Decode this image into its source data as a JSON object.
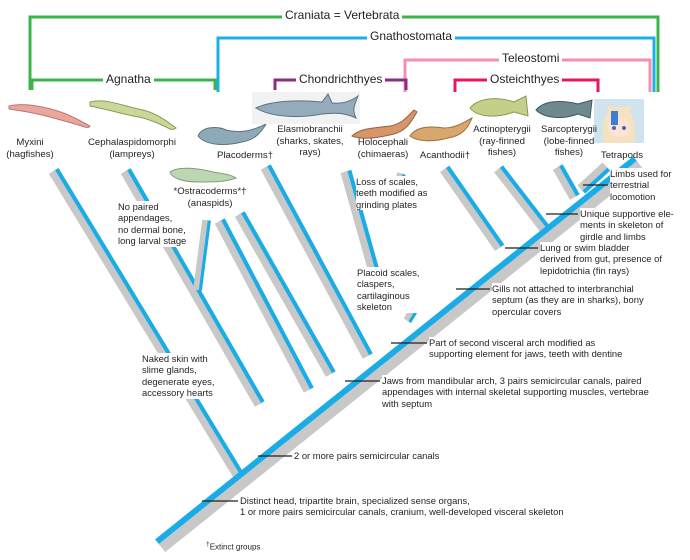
{
  "diagram": {
    "title": "Cladogram of the vertebrates",
    "colors": {
      "craniata": "#3bb54a",
      "gnathostomata": "#1ab0e8",
      "teleostomi": "#f48fb1",
      "osteichthyes": "#e8175d",
      "chondrichthyes": "#8e2a7e",
      "agnatha": "#3bb54a",
      "branch_gray": "#c8c8c8",
      "branch_blue": "#1aace6"
    },
    "clades": {
      "craniata": "Craniata = Vertebrata",
      "gnathostomata": "Gnathostomata",
      "teleostomi": "Teleostomi",
      "agnatha": "Agnatha",
      "chondrichthyes": "Chondrichthyes",
      "osteichthyes": "Osteichthyes"
    },
    "taxa": [
      {
        "id": "myxini",
        "label": "Myxini\n(hagfishes)",
        "icon": "hagfish-illustration"
      },
      {
        "id": "cephalaspidomorphi",
        "label": "Cephalaspidomorphi\n(lampreys)",
        "icon": "lamprey-illustration"
      },
      {
        "id": "ostracoderms",
        "label": "*Ostracoderms*†\n(anaspids)",
        "icon": "anaspid-illustration"
      },
      {
        "id": "placoderms",
        "label": "Placoderms†",
        "icon": "placoderm-illustration"
      },
      {
        "id": "elasmobranchii",
        "label": "Elasmobranchii\n(sharks, skates,\nrays)",
        "icon": "shark-illustration"
      },
      {
        "id": "holocephali",
        "label": "Holocephali\n(chimaeras)",
        "icon": "chimaera-illustration"
      },
      {
        "id": "acanthodii",
        "label": "Acanthodii†",
        "icon": "acanthodian-illustration"
      },
      {
        "id": "actinopterygii",
        "label": "Actinopterygii\n(ray-finned\nfishes)",
        "icon": "perch-illustration"
      },
      {
        "id": "sarcopterygii",
        "label": "Sarcopterygii\n(lobe-finned\nfishes)",
        "icon": "coelacanth-illustration"
      },
      {
        "id": "tetrapods",
        "label": "Tetrapods",
        "icon": "anime-character-picture"
      }
    ],
    "characters": [
      {
        "id": "limbs",
        "text": "Limbs used for\nterrestrial\nlocomotion"
      },
      {
        "id": "supportive",
        "text": "Unique supportive ele-\nments in skeleton of\ngirdle and limbs"
      },
      {
        "id": "lung",
        "text": "Lung or swim bladder\nderived from gut, presence of\nlepidotrichia (fin rays)"
      },
      {
        "id": "gills",
        "text": "Gills not attached to interbranchial\nseptum (as they are in sharks), bony\nopercular covers"
      },
      {
        "id": "visceral",
        "text": "Part of second visceral arch modified as\nsupporting element for jaws, teeth with dentine"
      },
      {
        "id": "jaws",
        "text": "Jaws from mandibular arch, 3 pairs semicircular canals, paired\nappendages with internal skeletal supporting muscles, vertebrae\nwith septum"
      },
      {
        "id": "semicircular",
        "text": "2 or more pairs semicircular canals"
      },
      {
        "id": "head",
        "text": "Distinct head, tripartite brain, specialized sense organs,\n1 or more pairs semicircular canals, cranium, well-developed visceral skeleton"
      },
      {
        "id": "lamprey_note",
        "text": "No paired\nappendages,\nno dermal bone,\nlong larval stage"
      },
      {
        "id": "hagfish_note",
        "text": "Naked skin with\nslime glands,\ndegenerate eyes,\naccessory hearts"
      },
      {
        "id": "chimaera_note",
        "text": "Loss of scales,\nteeth modified as\ngrinding plates"
      },
      {
        "id": "shark_note",
        "text": "Placoid scales,\nclaspers,\ncartilaginous\nskeleton"
      }
    ],
    "footnote": {
      "mark": "†",
      "text": "Extinct groups"
    }
  }
}
